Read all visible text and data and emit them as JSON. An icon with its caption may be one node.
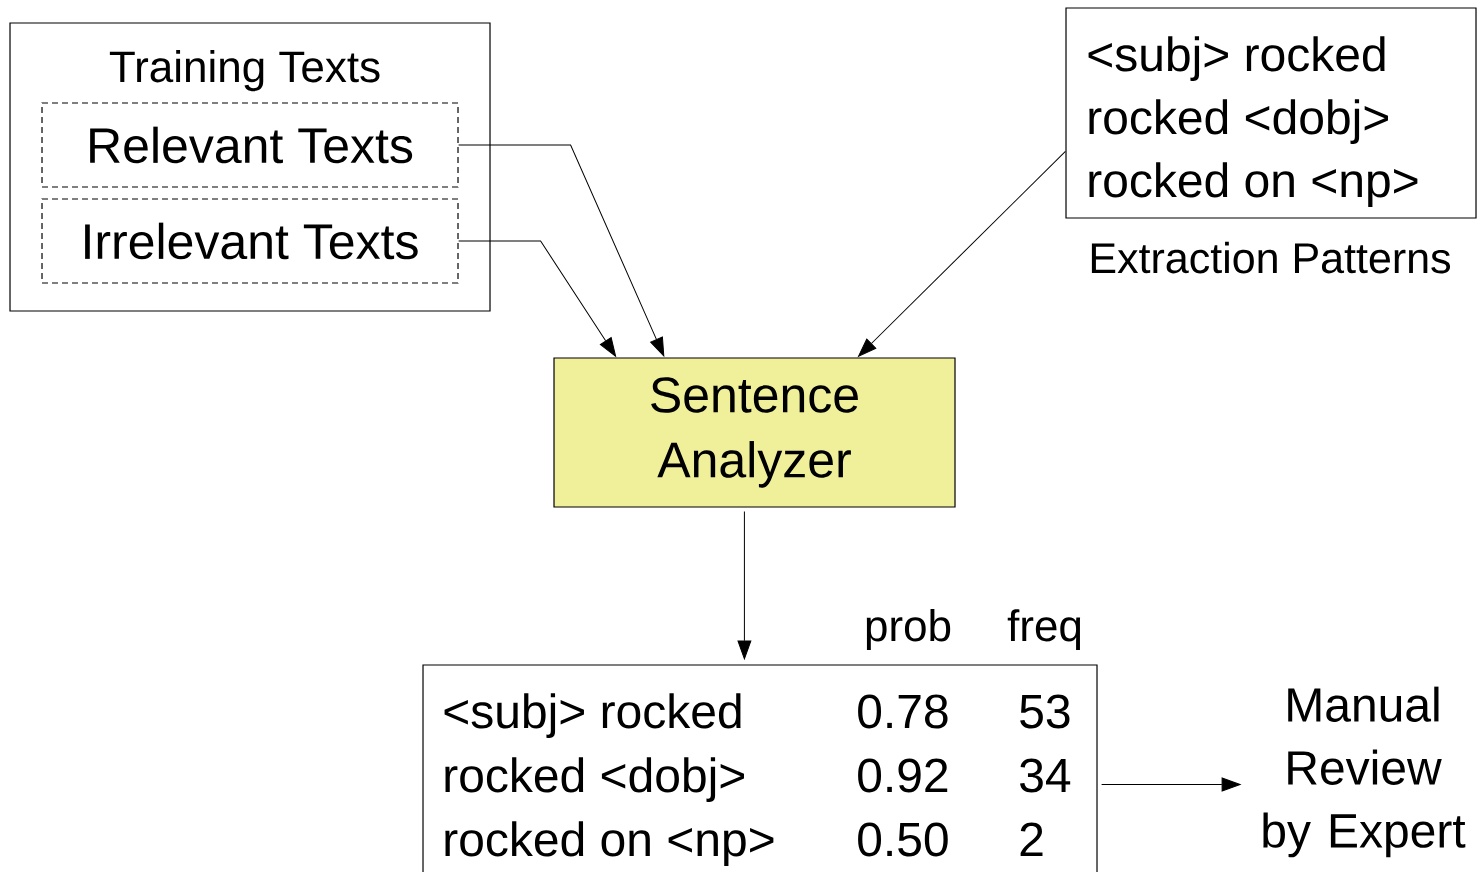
{
  "diagram": {
    "nodes": [
      {
        "text": [
          "Training Texts"
        ]
      },
      {
        "text": [
          "Relevant Texts"
        ],
        "in": 0
      },
      {
        "text": [
          "Irrelevant Texts"
        ],
        "in": 0
      },
      {
        "text": [
          "<subj> rocked",
          "rocked <dobj>",
          "rocked on <np>",
          "Extraction Patterns"
        ]
      },
      {
        "text": [
          "Sentence Analyzer"
        ]
      },
      {
        "text": [
          "prob",
          "freq",
          "<subj> rocked",
          "0.78",
          "53",
          "rocked <dobj>",
          "0.92",
          "34",
          "rocked on <np>",
          "0.50",
          "2"
        ]
      },
      {
        "text": [
          "Manual Review by Expert"
        ]
      }
    ],
    "edges": [
      {
        "from": 1,
        "to": 4,
        "arrow": "to"
      },
      {
        "from": 2,
        "to": 4,
        "arrow": "to"
      },
      {
        "from": 3,
        "to": 4,
        "arrow": "to"
      },
      {
        "from": 4,
        "to": 5,
        "arrow": "to"
      },
      {
        "from": 5,
        "to": 6,
        "arrow": "to"
      }
    ]
  }
}
